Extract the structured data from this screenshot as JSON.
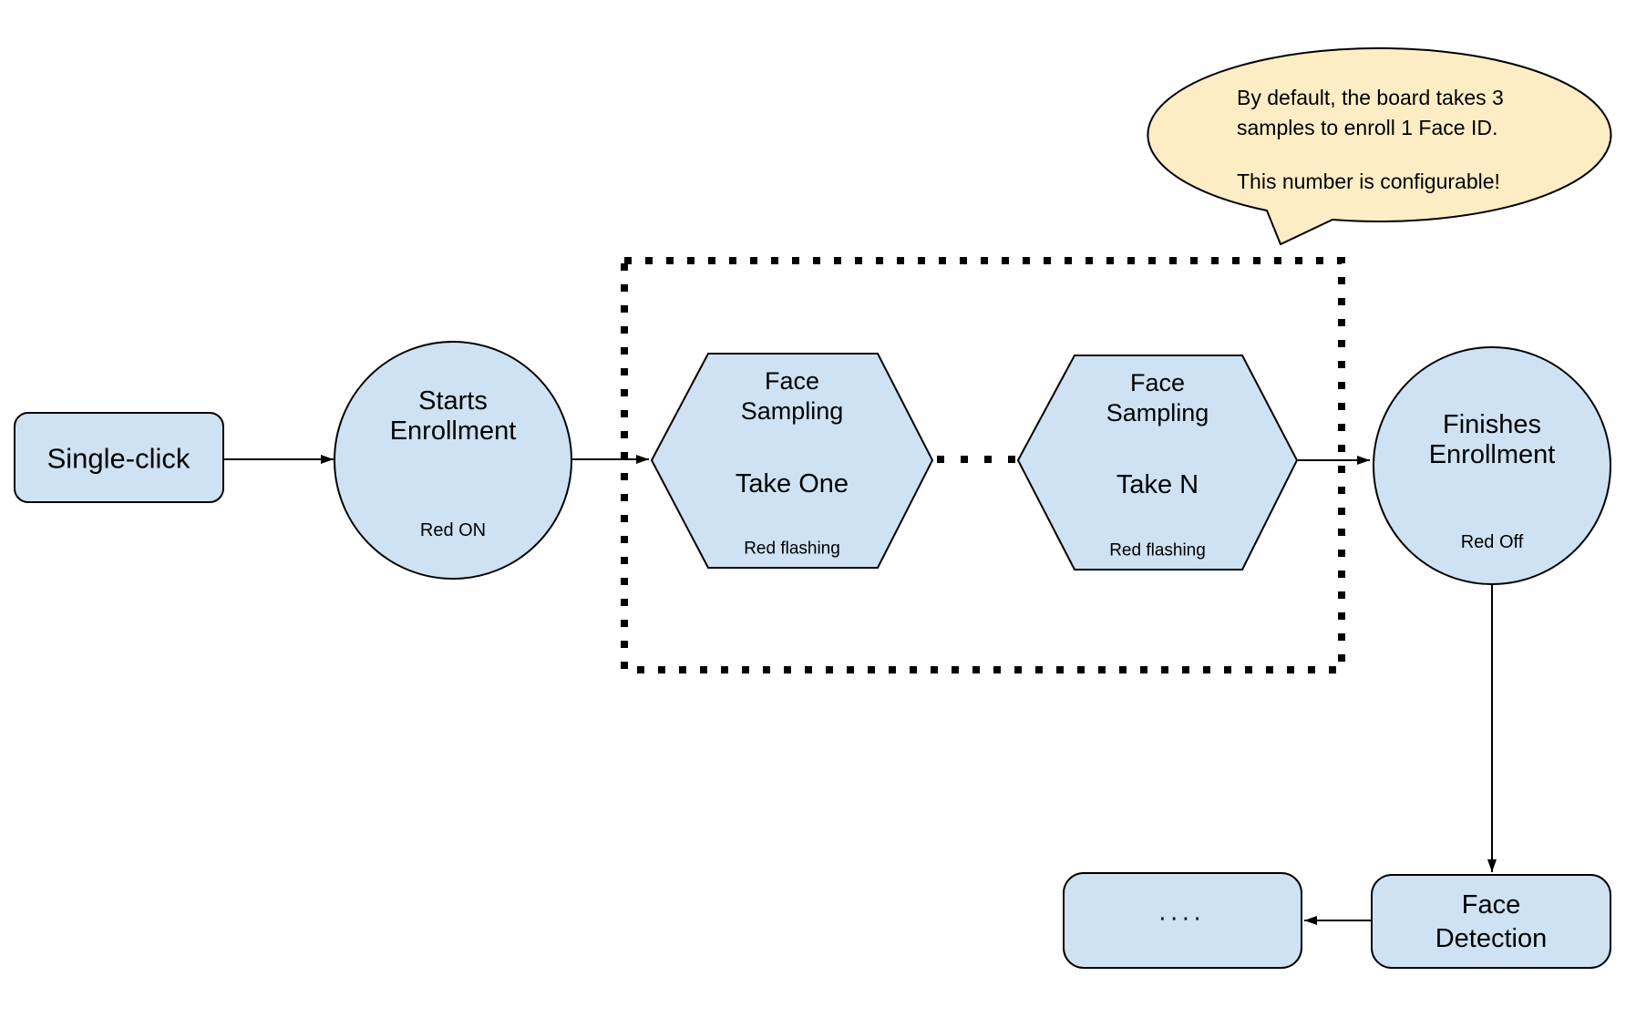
{
  "colors": {
    "node_fill": "#cfe2f3",
    "callout_fill": "#fdedc4",
    "stroke": "#000000",
    "background": "#ffffff"
  },
  "nodes": {
    "single_click": {
      "label": "Single-click"
    },
    "starts_enrollment": {
      "title_line1": "Starts",
      "title_line2": "Enrollment",
      "status": "Red ON"
    },
    "face_sampling_first": {
      "title_line1": "Face",
      "title_line2": "Sampling",
      "step": "Take One",
      "status": "Red flashing"
    },
    "face_sampling_last": {
      "title_line1": "Face",
      "title_line2": "Sampling",
      "step": "Take N",
      "status": "Red flashing"
    },
    "finishes_enrollment": {
      "title_line1": "Finishes",
      "title_line2": "Enrollment",
      "status": "Red Off"
    },
    "face_detection": {
      "title_line1": "Face",
      "title_line2": "Detection"
    },
    "continuation": {
      "label": "...."
    }
  },
  "callout": {
    "line1": "By default, the board takes 3",
    "line2": "samples to enroll 1 Face ID.",
    "line3": "This number is configurable!"
  }
}
